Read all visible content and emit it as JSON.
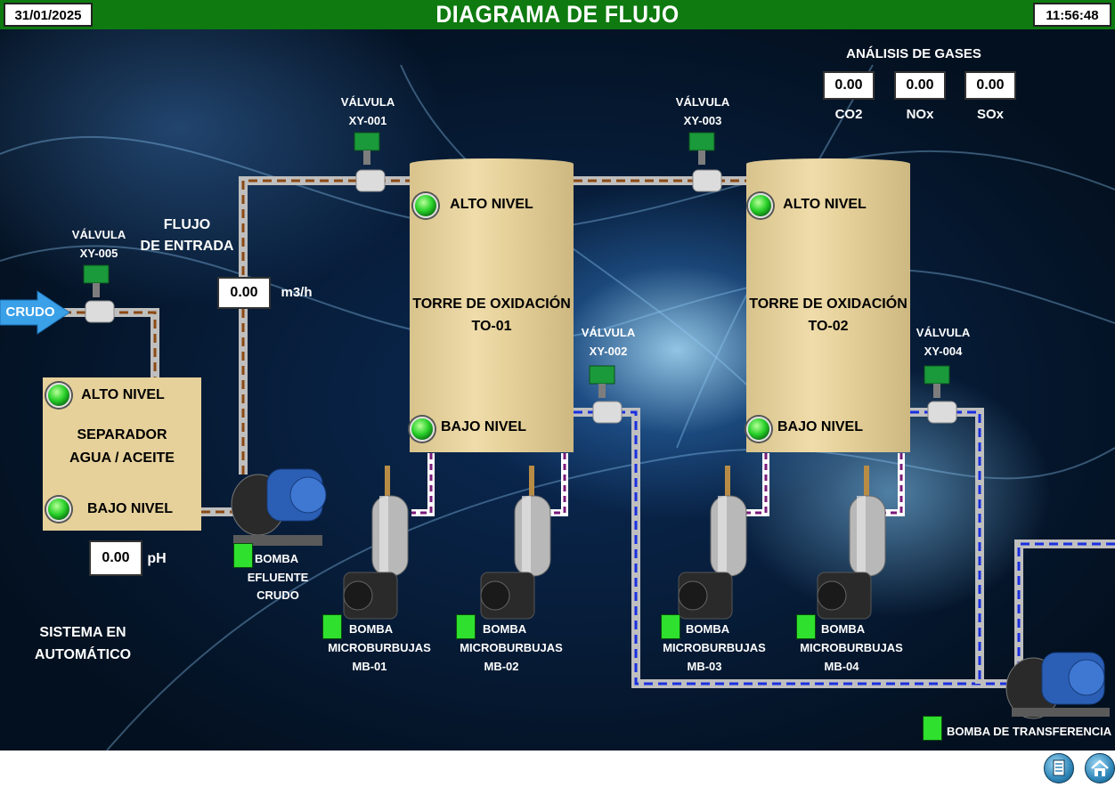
{
  "header": {
    "title": "DIAGRAMA DE FLUJO",
    "date": "31/01/2025",
    "time": "11:56:48"
  },
  "gases": {
    "title": "ANÁLISIS DE GASES",
    "co2": {
      "label": "CO2",
      "value": "0.00"
    },
    "nox": {
      "label": "NOx",
      "value": "0.00"
    },
    "sox": {
      "label": "SOx",
      "value": "0.00"
    }
  },
  "valves": {
    "xy001": {
      "l1": "VÁLVULA",
      "l2": "XY-001"
    },
    "xy002": {
      "l1": "VÁLVULA",
      "l2": "XY-002"
    },
    "xy003": {
      "l1": "VÁLVULA",
      "l2": "XY-003"
    },
    "xy004": {
      "l1": "VÁLVULA",
      "l2": "XY-004"
    },
    "xy005": {
      "l1": "VÁLVULA",
      "l2": "XY-005"
    }
  },
  "inlet": {
    "label": "CRUDO"
  },
  "flow": {
    "l1": "FLUJO",
    "l2": "DE ENTRADA",
    "value": "0.00",
    "unit": "m3/h"
  },
  "separator": {
    "high": "ALTO NIVEL",
    "name1": "SEPARADOR",
    "name2": "AGUA / ACEITE",
    "low": "BAJO NIVEL",
    "ph_value": "0.00",
    "ph_unit": "pH"
  },
  "tower1": {
    "high": "ALTO NIVEL",
    "name1": "TORRE DE OXIDACIÓN",
    "name2": "TO-01",
    "low": "BAJO NIVEL"
  },
  "tower2": {
    "high": "ALTO NIVEL",
    "name1": "TORRE DE OXIDACIÓN",
    "name2": "TO-02",
    "low": "BAJO NIVEL"
  },
  "pumps": {
    "crude": {
      "l1": "BOMBA",
      "l2": "EFLUENTE",
      "l3": "CRUDO"
    },
    "mb01": {
      "l1": "BOMBA",
      "l2": "MICROBURBUJAS",
      "l3": "MB-01"
    },
    "mb02": {
      "l1": "BOMBA",
      "l2": "MICROBURBUJAS",
      "l3": "MB-02"
    },
    "mb03": {
      "l1": "BOMBA",
      "l2": "MICROBURBUJAS",
      "l3": "MB-03"
    },
    "mb04": {
      "l1": "BOMBA",
      "l2": "MICROBURBUJAS",
      "l3": "MB-04"
    },
    "transfer": {
      "l1": "BOMBA DE TRANSFERENCIA"
    }
  },
  "mode": {
    "l1": "SISTEMA EN",
    "l2": "AUTOMÁTICO"
  },
  "nav": {
    "report_icon": "document-icon",
    "home_icon": "home-icon"
  }
}
